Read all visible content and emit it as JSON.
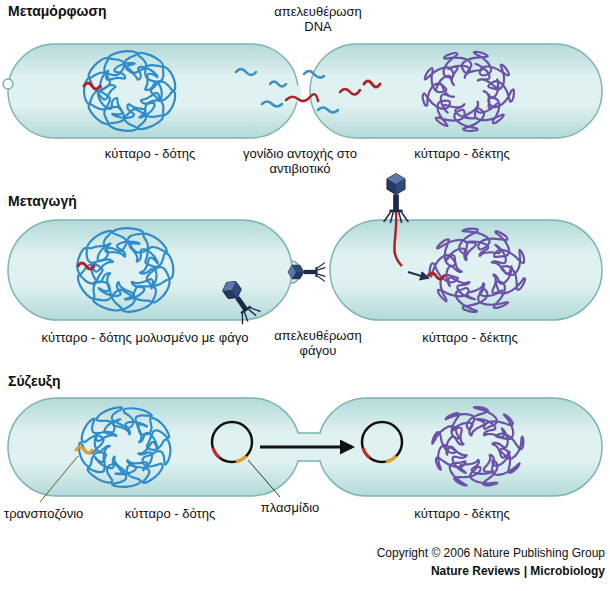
{
  "diagram": {
    "labels": [
      "Μεταμόρφωση",
      "απελευθέρωση DNA",
      "κύτταρο - δότης",
      "γονίδιο αντοχής στο αντιβιοτικό",
      "κύτταρο - δέκτης",
      "Μεταγωγή",
      "κύτταρο - δότης μολυσμένο με φάγο",
      "απελευθέρωση φάγου",
      "κύτταρο - δέκτης",
      "Σύζευξη",
      "τρανσποζόνιο",
      "κύτταρο - δότης",
      "πλασμίδιο",
      "κύτταρο - δέκτης",
      "Copyright © 2006 Nature Publishing Group",
      "Nature Reviews | Microbiology"
    ]
  }
}
